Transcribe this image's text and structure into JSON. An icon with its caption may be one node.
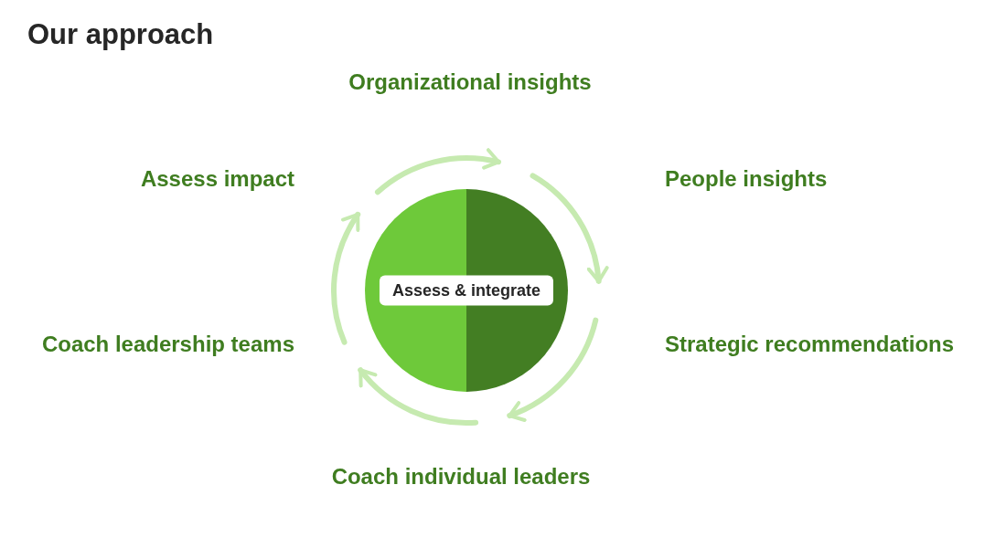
{
  "diagram": {
    "title": "Our approach",
    "nodes": [
      {
        "text": [
          "Assess & integrate"
        ]
      }
    ],
    "labels": [
      "Organizational insights",
      "Assess impact",
      "People insights",
      "Coach leadership teams",
      "Strategic recommendations",
      "Coach individual leaders"
    ]
  }
}
